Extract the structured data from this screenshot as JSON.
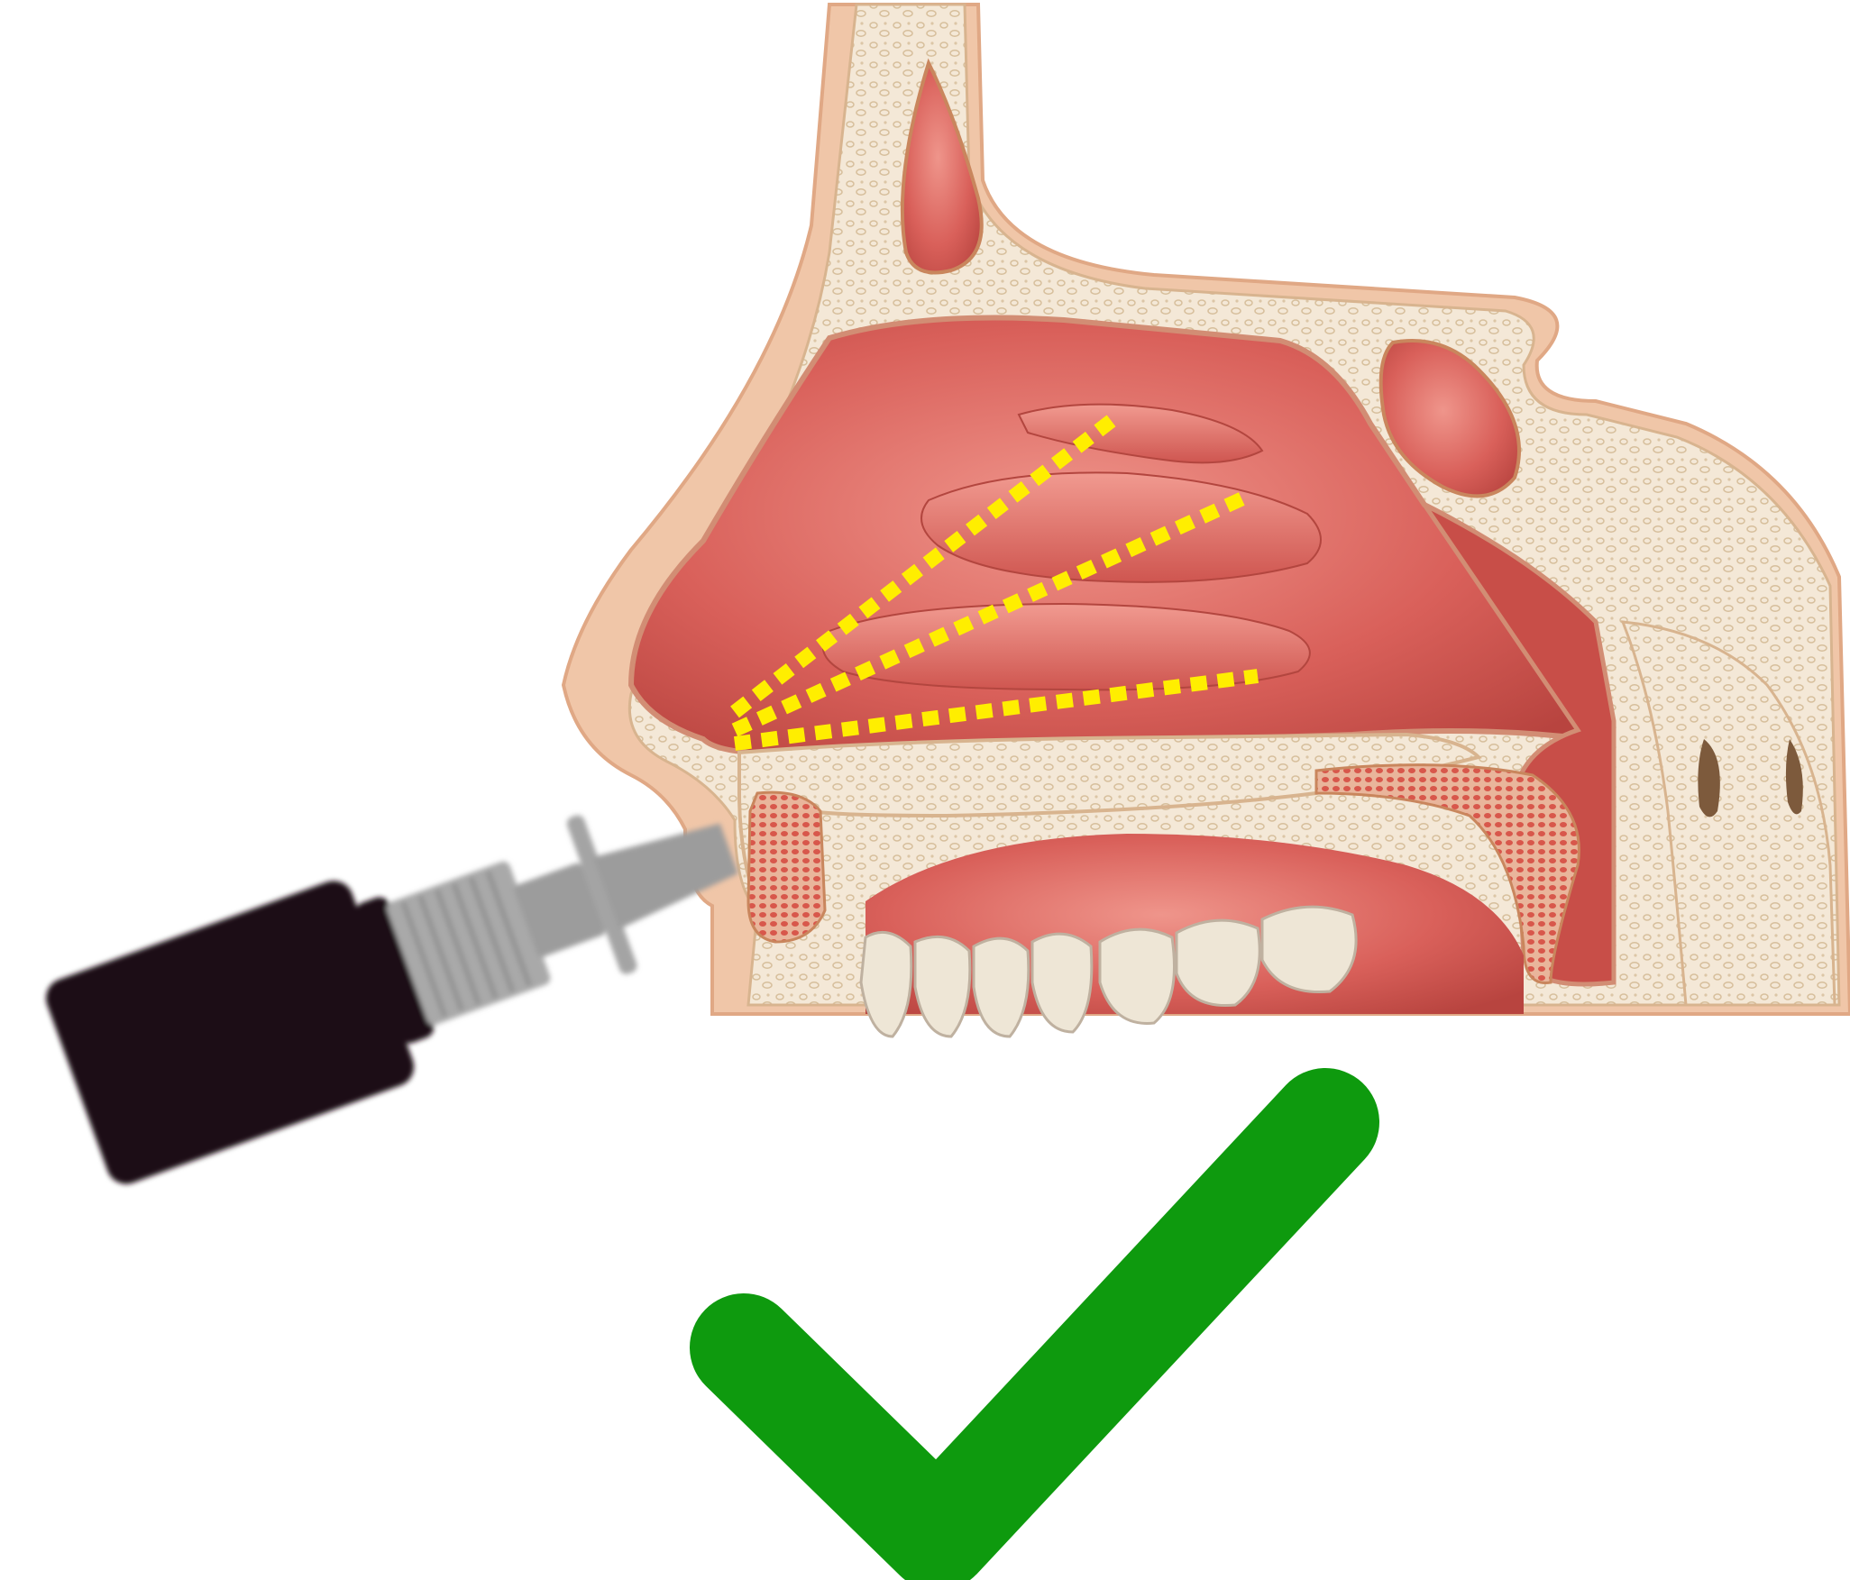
{
  "figure": {
    "subject": "nasal-spray-technique",
    "icons": [
      "nasal-spray-bottle-icon",
      "nasal-cavity-anatomy-icon",
      "checkmark-icon"
    ],
    "colors": {
      "background": "#ffffff",
      "mucosa": "#d9605a",
      "mucosa_light": "#ec8f85",
      "mucosa_dark": "#b8443f",
      "bone": "#f3e6d4",
      "bone_edge": "#d9b995",
      "skin": "#f0c4a5",
      "spray_path": "#ffee00",
      "bottle": "#1c1112",
      "cap": "#a9a9a9",
      "nozzle": "#9c9c9c",
      "tooth": "#eee6d6",
      "checkmark": "#0e9a0e"
    },
    "spray_streams": 3,
    "verdict": "correct"
  }
}
